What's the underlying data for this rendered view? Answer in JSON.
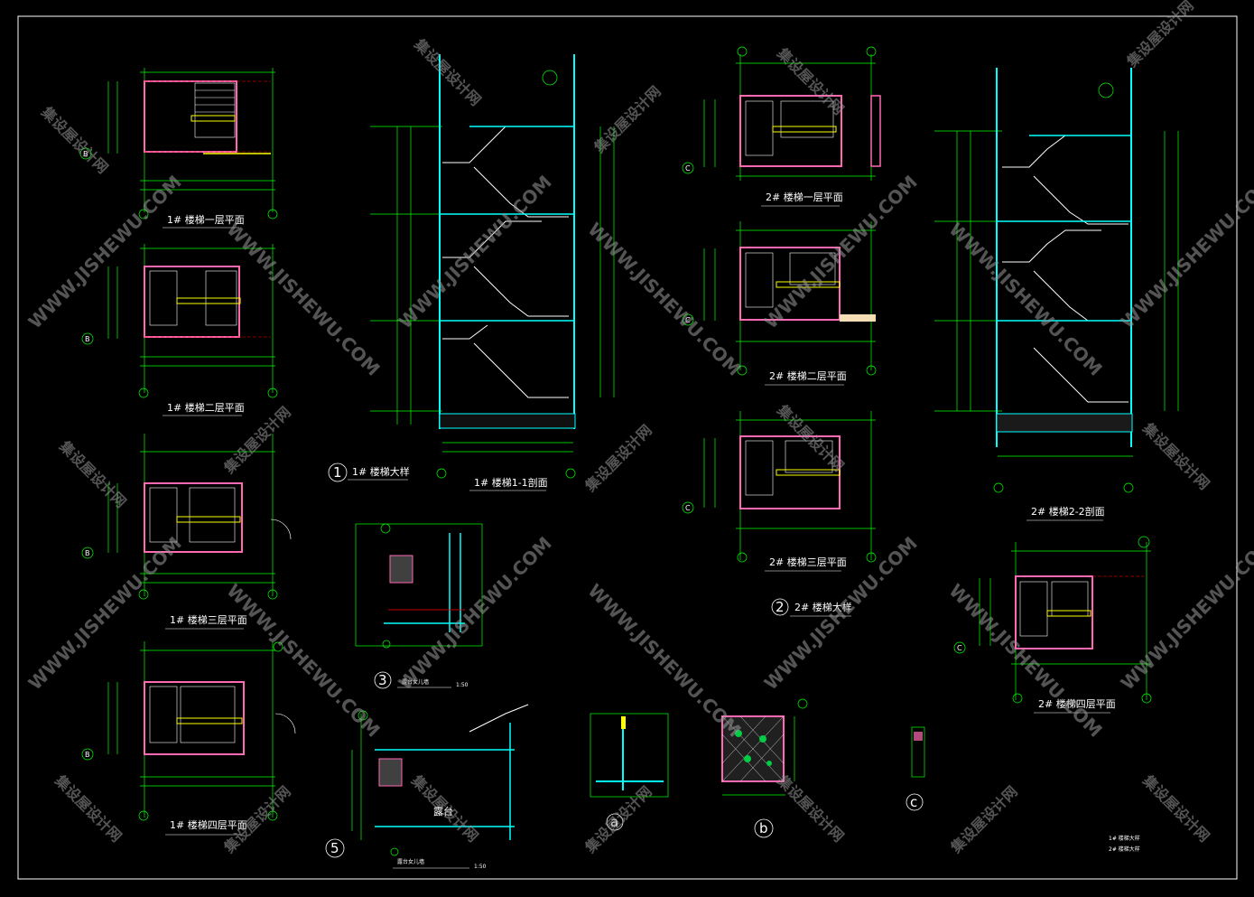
{
  "watermark": {
    "brand": "集设屋设计网",
    "url": "WWW.JISHEWU.COM"
  },
  "plans": {
    "p1_1": "1# 楼梯一层平面",
    "p1_2": "1# 楼梯二层平面",
    "p1_3": "1# 楼梯三层平面",
    "p1_4": "1# 楼梯四层平面",
    "p2_1": "2# 楼梯一层平面",
    "p2_2": "2# 楼梯二层平面",
    "p2_3": "2# 楼梯三层平面",
    "p2_4": "2# 楼梯四层平面"
  },
  "sections": {
    "s1": "1# 楼梯1-1剖面",
    "s2": "2# 楼梯2-2剖面"
  },
  "details": {
    "d1_num": "1",
    "d1_title": "1# 楼梯大样",
    "d2_num": "2",
    "d2_title": "2# 楼梯大样",
    "d3_num": "3",
    "d3_title": "露台女儿墙",
    "d3_scale": "1:50",
    "d5_num": "5",
    "d5_title": "露台女儿墙",
    "d5_scale": "1:50",
    "da": "a",
    "db": "b",
    "dc": "c",
    "terrace": "露台"
  },
  "axes": {
    "B": "B",
    "C": "C"
  },
  "title_block": {
    "line1": "1# 楼梯大样",
    "line2": "2# 楼梯大样"
  },
  "colors": {
    "background": "#000000",
    "frame": "#ffffff",
    "dimension": "#00ff00",
    "wall": "#ff69b4",
    "stair": "#ffff00",
    "fill": "#00ffff",
    "axis_line": "#ff0000"
  }
}
